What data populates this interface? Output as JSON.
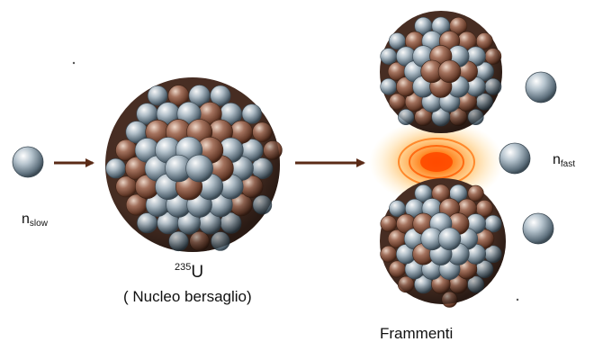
{
  "labels": {
    "n_slow_main": "n",
    "n_slow_sub": "slow",
    "n_fast_main": "n",
    "n_fast_sub": "fast",
    "u_mass": "235",
    "u_symbol": "U",
    "target_caption": "( Nucleo bersaglio)",
    "fragments_caption": "Frammenti"
  },
  "colors": {
    "proton": "#8a5a44",
    "neutron": "#8fa2b0",
    "arrow": "#5a2a16",
    "energy": "#f39c12"
  }
}
